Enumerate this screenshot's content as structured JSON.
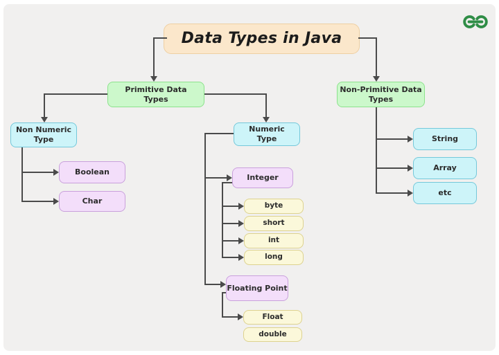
{
  "header": {
    "title": "Data Types in Java",
    "logo_name": "geeksforgeeks-logo",
    "logo_color": "#2f8d46"
  },
  "colors": {
    "background": "#f1f0ef",
    "title_fill": "#fbe7cb",
    "title_border": "#eecfa2",
    "category_fill": "#ccf8cb",
    "category_border": "#8ce28c",
    "type_fill": "#cdf4f9",
    "type_border": "#74c8da",
    "subtype_fill": "#f3defa",
    "subtype_border": "#c9a0dc",
    "leaf_fill": "#fbf8da",
    "leaf_border": "#ddd28e",
    "connector": "#4a4a4a"
  },
  "nodes": {
    "primitive": {
      "label": "Primitive Data\nTypes"
    },
    "non_primitive": {
      "label": "Non-Primitive Data\nTypes"
    },
    "non_numeric": {
      "label": "Non Numeric\nType"
    },
    "numeric": {
      "label": "Numeric\nType"
    },
    "boolean": {
      "label": "Boolean"
    },
    "char": {
      "label": "Char"
    },
    "integer": {
      "label": "Integer"
    },
    "byte": {
      "label": "byte"
    },
    "short": {
      "label": "short"
    },
    "int": {
      "label": "int"
    },
    "long": {
      "label": "long"
    },
    "floating_point": {
      "label": "Floating Point"
    },
    "float": {
      "label": "Float"
    },
    "double": {
      "label": "double"
    },
    "string": {
      "label": "String"
    },
    "array": {
      "label": "Array"
    },
    "etc": {
      "label": "etc"
    }
  },
  "structure": {
    "root": "Data Types in Java",
    "children": {
      "Primitive Data Types": {
        "Non Numeric Type": [
          "Boolean",
          "Char"
        ],
        "Numeric Type": {
          "Integer": [
            "byte",
            "short",
            "int",
            "long"
          ],
          "Floating Point": [
            "Float",
            "double"
          ]
        }
      },
      "Non-Primitive Data Types": [
        "String",
        "Array",
        "etc"
      ]
    }
  }
}
